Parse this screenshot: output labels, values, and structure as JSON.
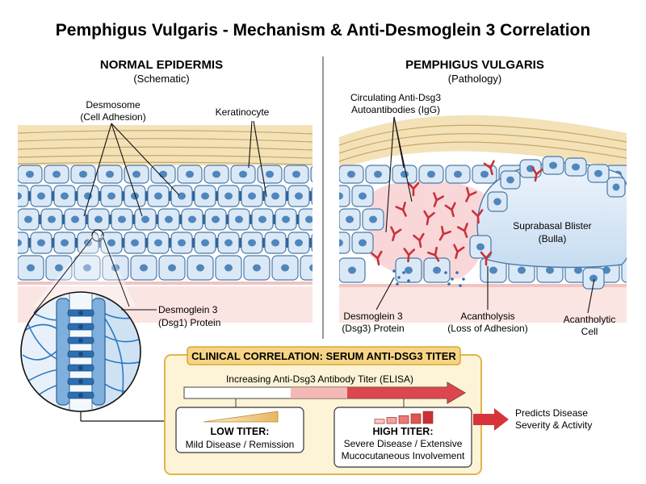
{
  "title": "Pemphigus Vulgaris - Mechanism & Anti-Desmoglein 3 Correlation",
  "normal": {
    "heading": "NORMAL EPIDERMIS",
    "subheading": "(Schematic)",
    "desmosome_line1": "Desmosome",
    "desmosome_line2": "(Cell Adhesion)",
    "keratinocyte": "Keratinocyte",
    "dsg_line1": "Desmoglein 3",
    "dsg_line2": "(Dsg1) Protein"
  },
  "pathology": {
    "heading": "PEMPHIGUS VULGARIS",
    "subheading": "(Pathology)",
    "antibody_line1": "Circulating Anti-Dsg3",
    "antibody_line2": "Autoantibodies (IgG)",
    "blister_line1": "Suprabasal Blister",
    "blister_line2": "(Bulla)",
    "dsg_line1": "Desmoglein 3",
    "dsg_line2": "(Dsg3) Protein",
    "acantholysis_line1": "Acantholysis",
    "acantholysis_line2": "(Loss of Adhesion)",
    "acantholytic_line1": "Acantholytic",
    "acantholytic_line2": "Cell"
  },
  "clinical": {
    "heading": "CLINICAL CORRELATION: SERUM ANTI-DSG3 TITER",
    "axis_label": "Increasing Anti-Dsg3 Antibody Titer (ELISA)",
    "low_title": "LOW TITER:",
    "low_desc": "Mild Disease / Remission",
    "high_title": "HIGH TITER:",
    "high_desc_line1": "Severe Disease / Extensive",
    "high_desc_line2": "Mucocutaneous Involvement",
    "predicts_line1": "Predicts Disease",
    "predicts_line2": "Severity & Activity"
  },
  "colors": {
    "cell_fill": "#dbe9f6",
    "cell_stroke": "#4a79a8",
    "nucleus": "#4f86bd",
    "stratum_corneum": "#f3e2b8",
    "dermis": "#fbe5e2",
    "antibody": "#c8323a",
    "panel_bg": "#fdf3d6",
    "panel_border": "#e2b54a",
    "arrow_red": "#d8333a"
  }
}
